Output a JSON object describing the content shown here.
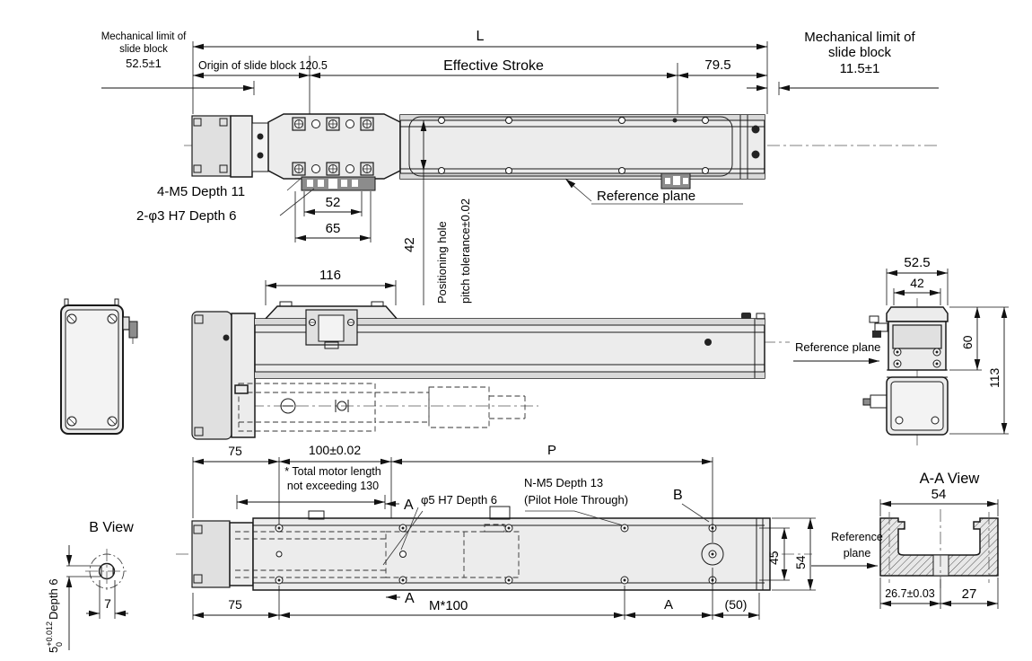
{
  "labels": {
    "mech_left_1": "Mechanical limit of",
    "mech_left_2": "slide block",
    "mech_left_3": "52.5±1",
    "origin": "Origin of slide block 120.5",
    "L": "L",
    "stroke": "Effective Stroke",
    "d795": "79.5",
    "mech_right_1": "Mechanical limit of",
    "mech_right_2": "slide block",
    "mech_right_3": "11.5±1",
    "m5": "4-M5 Depth 11",
    "phi3": "2-φ3 H7 Depth 6",
    "d52": "52",
    "d65": "65",
    "d42p": "42",
    "pos1": "Positioning hole",
    "pos2": "pitch tolerance±0.02",
    "refplane_top": "Reference plane",
    "d116": "116",
    "refplane_mid": "Reference plane",
    "d525": "52.5",
    "d42e": "42",
    "d60": "60",
    "d113": "113",
    "d75t": "75",
    "d100": "100±0.02",
    "P": "P",
    "note1": "* Total motor length",
    "note2": "not exceeding 130",
    "phi5": "φ5 H7 Depth 6",
    "nm5_1": "N-M5 Depth 13",
    "nm5_2": "(Pilot Hole Through)",
    "B": "B",
    "A_top": "A",
    "A_bot": "A",
    "d45": "45",
    "d54s": "54",
    "refb1": "Reference",
    "refb2": "plane",
    "d75b": "75",
    "m100": "M*100",
    "dA": "A",
    "d50": "(50)",
    "aa_title": "A-A View",
    "d54aa": "54",
    "d267": "26.7±0.03",
    "d27": "27",
    "bview": "B View",
    "d7": "7",
    "dep5": "5",
    "dep_sup": "+0.012",
    "dep_sub": "0",
    "dep_rest": "Depth 6"
  },
  "colors": {
    "line": "#1a1a1a",
    "body_fill": "#ededed",
    "dark_fill": "#8c8c8c",
    "background": "#ffffff"
  }
}
